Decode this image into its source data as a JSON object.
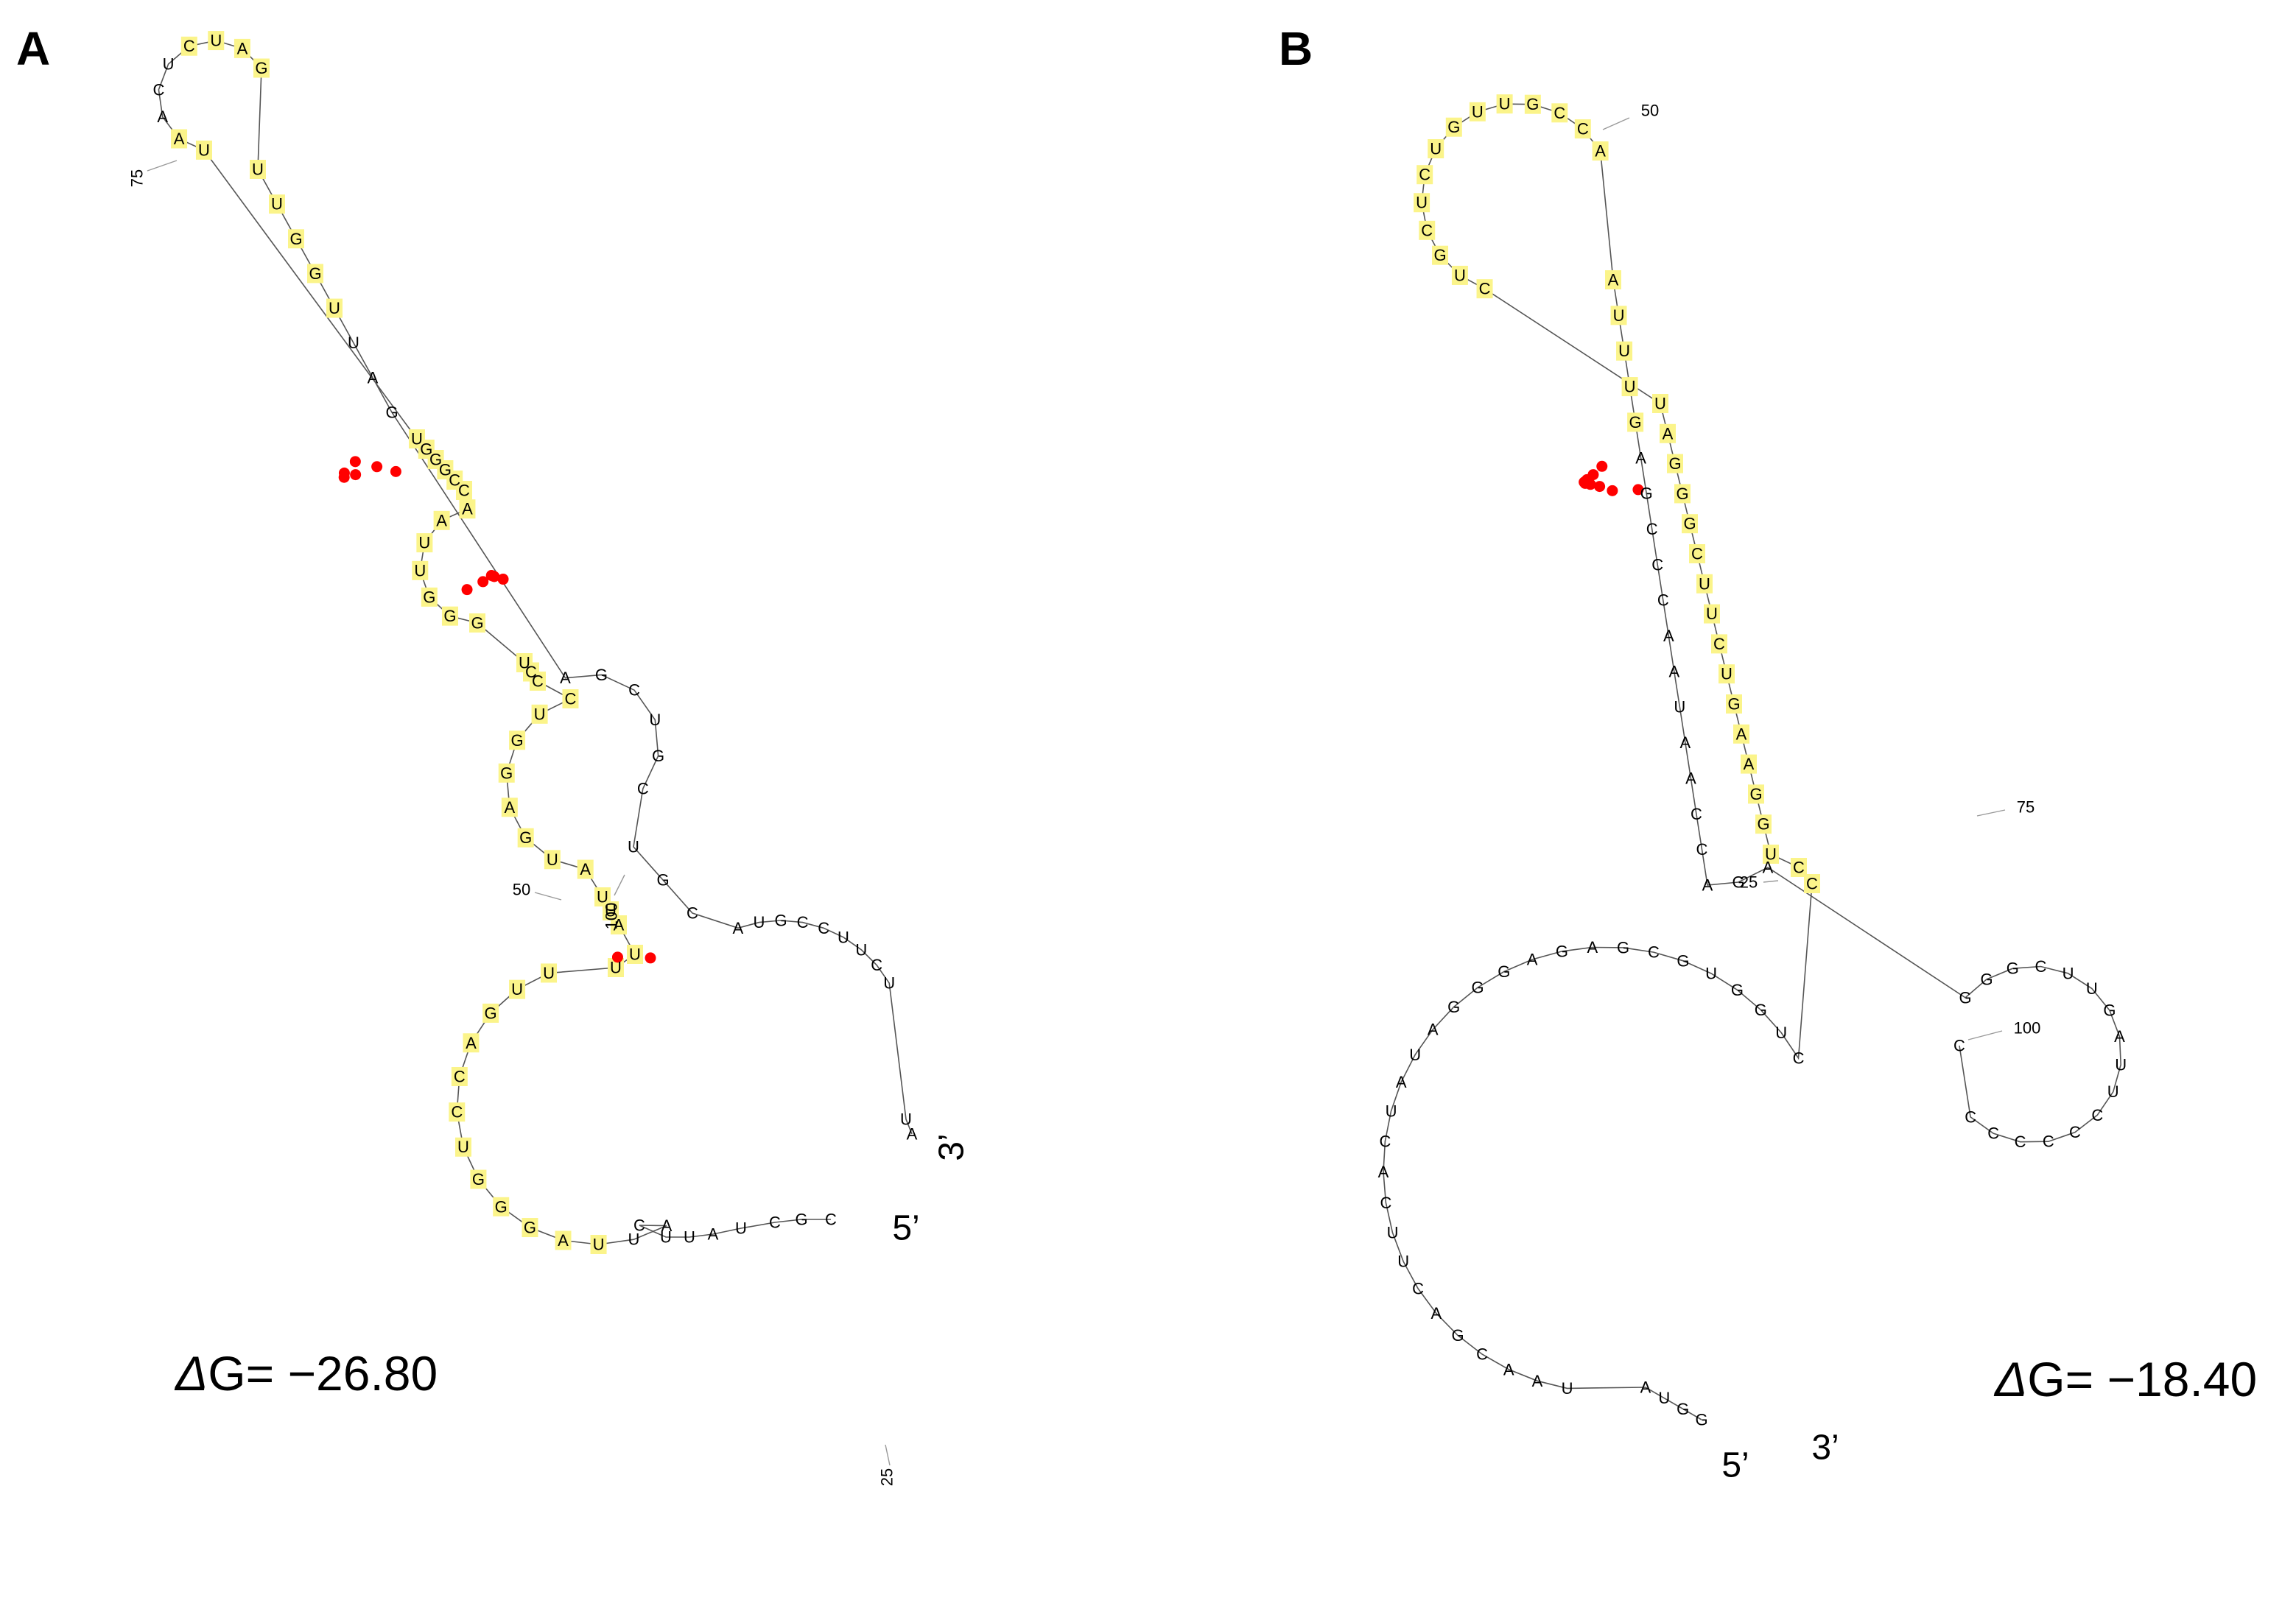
{
  "panels": [
    {
      "id": "A",
      "label": "A",
      "five_prime": "5’",
      "three_prime": "3’",
      "delta_g_symbol": "Δ",
      "delta_g_text": "G= −26.80",
      "numbers": [
        "75",
        "50",
        "100",
        "25"
      ],
      "nucleotides": "CGCUAUUCAUUAGGGUCCAGUUUUAUUAUGAGGUCCCUGGGUUAACCGGGUUAACUCUAGUUGGUUAGAGCUGCUGCAUGCCUUCUUAUACAUCCAGUAGCGCUUCGAGACCGG"
    },
    {
      "id": "B",
      "label": "B",
      "five_prime": "5’",
      "three_prime": "3’",
      "delta_g_symbol": "Δ",
      "delta_g_text": "G= −18.40",
      "numbers": [
        "50",
        "25",
        "75",
        "100"
      ],
      "nucleotides": "GGUAUAACGACUUCACUAUAGGGAGAGCGUGGUCCCUGGAAGUCUUCGGGAUCUGCUCUGUUGCCAAUUUGAGCCCAAUAACCAGAGGGCUUGAUUCCCCCCC"
    }
  ],
  "colors": {
    "highlight": "#fbf48a",
    "pair_dot": "#ff0000",
    "line": "#555555",
    "text": "#000000"
  }
}
